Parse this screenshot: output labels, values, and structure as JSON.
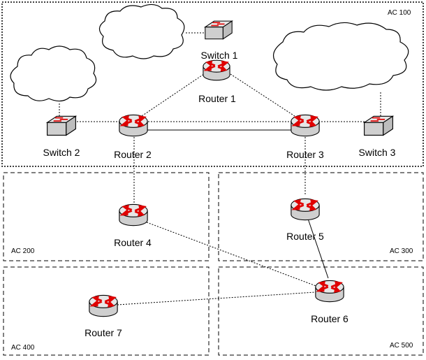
{
  "areas": [
    {
      "label": "AC 100"
    },
    {
      "label": "AC 200"
    },
    {
      "label": "AC 300"
    },
    {
      "label": "AC 400"
    },
    {
      "label": "AC 500"
    }
  ],
  "devices": {
    "switch1": "Switch 1",
    "switch2": "Switch 2",
    "switch3": "Switch 3",
    "router1": "Router 1",
    "router2": "Router 2",
    "router3": "Router 3",
    "router4": "Router 4",
    "router5": "Router 5",
    "router6": "Router 6",
    "router7": "Router 7"
  },
  "colors": {
    "arrow": "#e00000",
    "device_body": "#d0d0d0"
  }
}
